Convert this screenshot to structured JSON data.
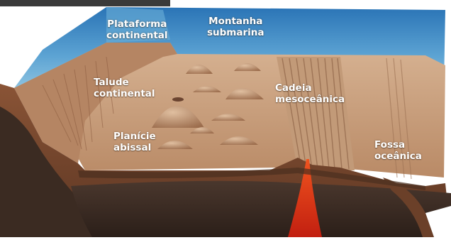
{
  "labels": {
    "plataforma": {
      "line1": "Plataforma",
      "line2": "continental"
    },
    "montanha": {
      "line1": "Montanha",
      "line2": "submarina"
    },
    "talude": {
      "line1": "Talude",
      "line2": "continental"
    },
    "cadeia": {
      "line1": "Cadeia",
      "line2": "mesoceânica"
    },
    "planicie": {
      "line1": "Planície",
      "line2": "abissal"
    },
    "fossa": {
      "line1": "Fossa",
      "line2": "oceânica"
    }
  },
  "colors": {
    "ocean_top": "#2f7fc0",
    "ocean_mid": "#7ab7dc",
    "seafloor": "#c9a17f",
    "crust_brown": "#7a4a2e",
    "mantle_dark": "#3a2a22",
    "magma_red": "#d43a1c"
  }
}
